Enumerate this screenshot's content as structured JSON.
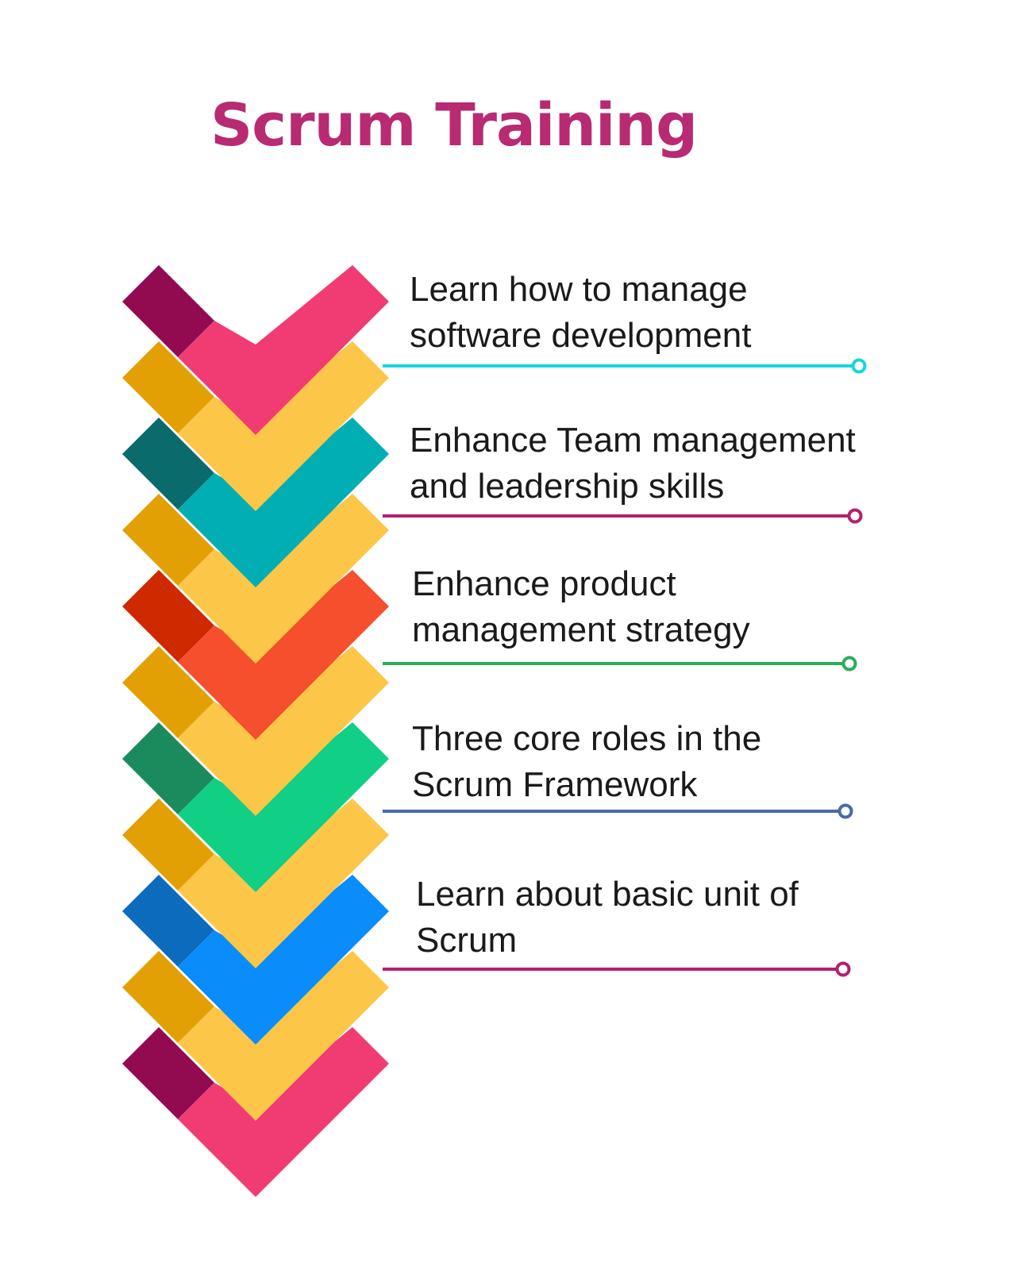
{
  "title": "Scrum Training",
  "colors": {
    "title": "#b82a72",
    "yellow_main": "#fcc748",
    "yellow_shadow": "#e3a005",
    "tail_main": "#f03c73",
    "tail_shadow": "#920b51"
  },
  "steps": [
    {
      "lines": [
        "Learn how to manage",
        "software development"
      ],
      "color_main": "#f03c73",
      "color_shadow": "#920b51",
      "connector_color": "#17d5e2",
      "icon": "chevron-icon"
    },
    {
      "lines": [
        "Enhance Team management",
        "and leadership skills"
      ],
      "color_main": "#00aeb4",
      "color_shadow": "#0a6b6c",
      "connector_color": "#b51f6c",
      "icon": "chevron-icon"
    },
    {
      "lines": [
        "Enhance product",
        "management strategy"
      ],
      "color_main": "#f54f2e",
      "color_shadow": "#cf2900",
      "connector_color": "#2aae5a",
      "icon": "chevron-icon"
    },
    {
      "lines": [
        "Three core roles in the",
        "Scrum Framework"
      ],
      "color_main": "#11cf84",
      "color_shadow": "#1b8a5d",
      "connector_color": "#4a6aa8",
      "icon": "chevron-icon"
    },
    {
      "lines": [
        "Learn about basic unit of",
        "Scrum"
      ],
      "color_main": "#0a8cfb",
      "color_shadow": "#0c6bbd",
      "connector_color": "#b51f6c",
      "icon": "chevron-icon"
    }
  ]
}
